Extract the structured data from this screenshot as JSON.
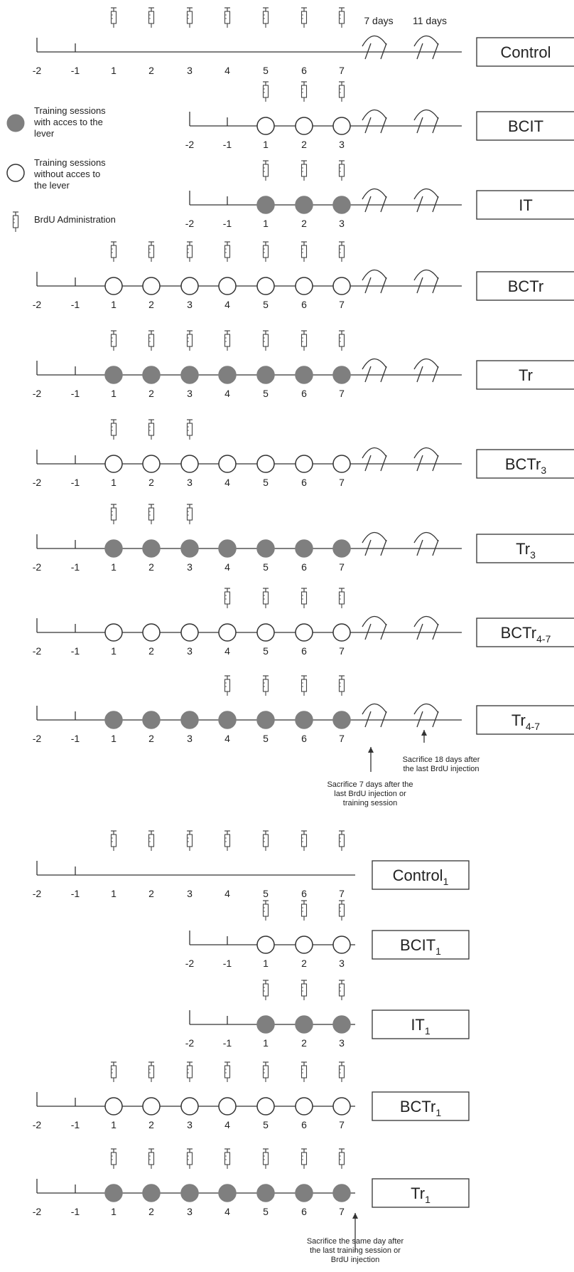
{
  "colors": {
    "filled_session": "#7f7f7f",
    "line": "#333333",
    "box_border": "#333333",
    "text": "#222222"
  },
  "legend": {
    "filled_label": [
      "Training sessions",
      "with acces to the",
      "lever"
    ],
    "empty_label": [
      "Training sessions",
      "without acces to",
      "the lever"
    ],
    "brdu_label": "BrdU Administration",
    "filled_icon": "filled-session-circle-icon",
    "empty_icon": "empty-session-circle-icon",
    "brdu_icon": "syringe-icon"
  },
  "break_labels": [
    "7 days",
    "11 days"
  ],
  "groups": [
    {
      "label": "Control",
      "sub": "",
      "days": [
        "-2",
        "-1",
        "1",
        "2",
        "3",
        "4",
        "5",
        "6",
        "7"
      ],
      "circles": "none",
      "brdu": [
        "1",
        "2",
        "3",
        "4",
        "5",
        "6",
        "7"
      ],
      "breaks": true
    },
    {
      "label": "BCIT",
      "sub": "",
      "days": [
        "-2",
        "-1",
        "1",
        "2",
        "3"
      ],
      "circles": "empty",
      "brdu": [
        "1",
        "2",
        "3"
      ],
      "breaks": true
    },
    {
      "label": "IT",
      "sub": "",
      "days": [
        "-2",
        "-1",
        "1",
        "2",
        "3"
      ],
      "circles": "filled",
      "brdu": [
        "1",
        "2",
        "3"
      ],
      "breaks": true
    },
    {
      "label": "BCTr",
      "sub": "",
      "days": [
        "-2",
        "-1",
        "1",
        "2",
        "3",
        "4",
        "5",
        "6",
        "7"
      ],
      "circles": "empty",
      "brdu": [
        "1",
        "2",
        "3",
        "4",
        "5",
        "6",
        "7"
      ],
      "breaks": true
    },
    {
      "label": "Tr",
      "sub": "",
      "days": [
        "-2",
        "-1",
        "1",
        "2",
        "3",
        "4",
        "5",
        "6",
        "7"
      ],
      "circles": "filled",
      "brdu": [
        "1",
        "2",
        "3",
        "4",
        "5",
        "6",
        "7"
      ],
      "breaks": true
    },
    {
      "label": "BCTr",
      "sub": "3",
      "days": [
        "-2",
        "-1",
        "1",
        "2",
        "3",
        "4",
        "5",
        "6",
        "7"
      ],
      "circles": "empty",
      "brdu": [
        "1",
        "2",
        "3"
      ],
      "breaks": true
    },
    {
      "label": "Tr",
      "sub": "3",
      "days": [
        "-2",
        "-1",
        "1",
        "2",
        "3",
        "4",
        "5",
        "6",
        "7"
      ],
      "circles": "filled",
      "brdu": [
        "1",
        "2",
        "3"
      ],
      "breaks": true
    },
    {
      "label": "BCTr",
      "sub": "4-7",
      "days": [
        "-2",
        "-1",
        "1",
        "2",
        "3",
        "4",
        "5",
        "6",
        "7"
      ],
      "circles": "empty",
      "brdu": [
        "4",
        "5",
        "6",
        "7"
      ],
      "breaks": true
    },
    {
      "label": "Tr",
      "sub": "4-7",
      "days": [
        "-2",
        "-1",
        "1",
        "2",
        "3",
        "4",
        "5",
        "6",
        "7"
      ],
      "circles": "filled",
      "brdu": [
        "4",
        "5",
        "6",
        "7"
      ],
      "breaks": true
    },
    {
      "label": "Control",
      "sub": "1",
      "days": [
        "-2",
        "-1",
        "1",
        "2",
        "3",
        "4",
        "5",
        "6",
        "7"
      ],
      "circles": "none",
      "brdu": [
        "1",
        "2",
        "3",
        "4",
        "5",
        "6",
        "7"
      ],
      "breaks": false
    },
    {
      "label": "BCIT",
      "sub": "1",
      "days": [
        "-2",
        "-1",
        "1",
        "2",
        "3"
      ],
      "circles": "empty",
      "brdu": [
        "1",
        "2",
        "3"
      ],
      "breaks": false
    },
    {
      "label": "IT",
      "sub": "1",
      "days": [
        "-2",
        "-1",
        "1",
        "2",
        "3"
      ],
      "circles": "filled",
      "brdu": [
        "1",
        "2",
        "3"
      ],
      "breaks": false
    },
    {
      "label": "BCTr",
      "sub": "1",
      "days": [
        "-2",
        "-1",
        "1",
        "2",
        "3",
        "4",
        "5",
        "6",
        "7"
      ],
      "circles": "empty",
      "brdu": [
        "1",
        "2",
        "3",
        "4",
        "5",
        "6",
        "7"
      ],
      "breaks": false
    },
    {
      "label": "Tr",
      "sub": "1",
      "days": [
        "-2",
        "-1",
        "1",
        "2",
        "3",
        "4",
        "5",
        "6",
        "7"
      ],
      "circles": "filled",
      "brdu": [
        "1",
        "2",
        "3",
        "4",
        "5",
        "6",
        "7"
      ],
      "breaks": false
    }
  ],
  "annotations": {
    "sacrifice_18": [
      "Sacrifice 18 days after",
      "the last BrdU injection"
    ],
    "sacrifice_7": [
      "Sacrifice 7 days after the",
      "last BrdU injection or",
      "training session"
    ],
    "sacrifice_same": [
      "Sacrifice the same day after",
      "the last training session or",
      "BrdU injection"
    ]
  }
}
